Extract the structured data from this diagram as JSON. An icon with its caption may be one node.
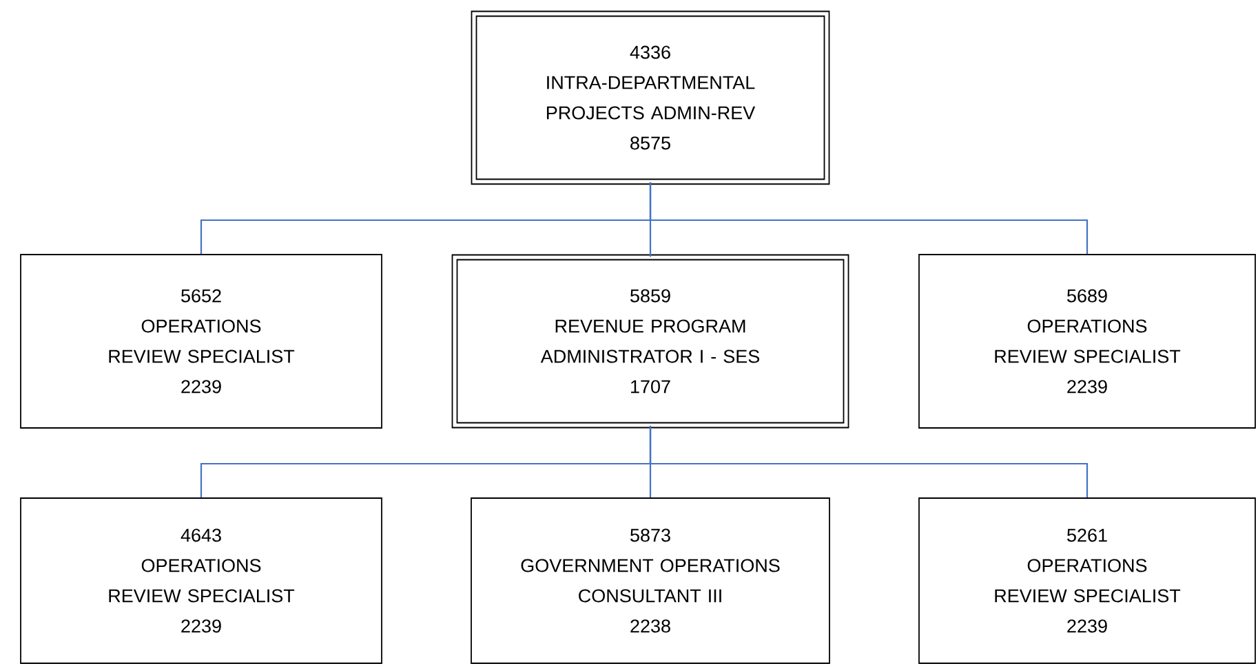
{
  "diagram": {
    "nodes": [
      {
        "text": [
          "4336",
          "INTRA-DEPARTMENTAL PROJECTS ADMIN-REV",
          "8575"
        ]
      },
      {
        "text": [
          "5652",
          "OPERATIONS REVIEW SPECIALIST",
          "2239"
        ]
      },
      {
        "text": [
          "5859",
          "REVENUE PROGRAM ADMINISTRATOR I - SES",
          "1707"
        ]
      },
      {
        "text": [
          "5689",
          "OPERATIONS REVIEW SPECIALIST",
          "2239"
        ]
      },
      {
        "text": [
          "4643",
          "OPERATIONS REVIEW SPECIALIST",
          "2239"
        ]
      },
      {
        "text": [
          "5873",
          "GOVERNMENT OPERATIONS CONSULTANT III",
          "2238"
        ]
      },
      {
        "text": [
          "5261",
          "OPERATIONS REVIEW SPECIALIST",
          "2239"
        ]
      }
    ],
    "edges": [
      {
        "from": 0,
        "to": 1,
        "arrow": "none"
      },
      {
        "from": 0,
        "to": 2,
        "arrow": "none"
      },
      {
        "from": 0,
        "to": 3,
        "arrow": "none"
      },
      {
        "from": 2,
        "to": 4,
        "arrow": "none"
      },
      {
        "from": 2,
        "to": 5,
        "arrow": "none"
      },
      {
        "from": 2,
        "to": 6,
        "arrow": "none"
      }
    ]
  }
}
